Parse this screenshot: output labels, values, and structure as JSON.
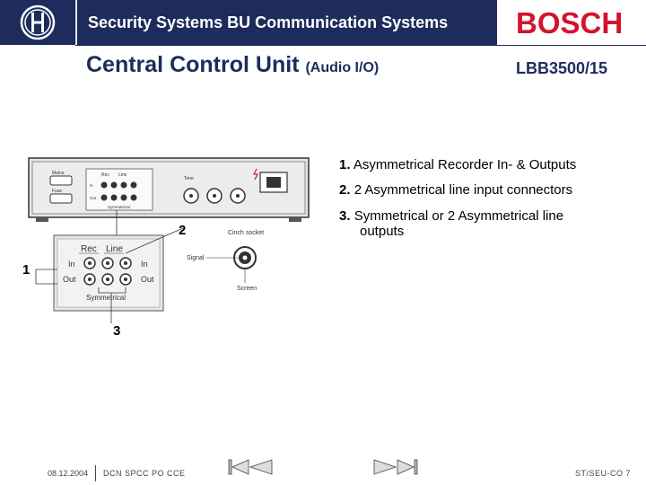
{
  "header": {
    "title": "Security Systems BU Communication Systems",
    "brand": "BOSCH",
    "logo_icon": "bosch-armature-icon",
    "bar_color": "#1d2c5c",
    "brand_color": "#d3142c"
  },
  "slide": {
    "title_main": "Central Control Unit",
    "title_paren": "(Audio I/O)",
    "model": "LBB3500/15"
  },
  "items": [
    {
      "num": "1.",
      "text": "Asymmetrical Recorder In- & Outputs"
    },
    {
      "num": "2.",
      "text": "2 Asymmetrical line input connectors"
    },
    {
      "num": "3.",
      "text": "Symmetrical or 2 Asymmetrical line",
      "text_cont": "outputs"
    }
  ],
  "callouts": {
    "c1": "1",
    "c2": "2",
    "c3": "3"
  },
  "diagram": {
    "unit_labels": {
      "rear_left_1": "Mains",
      "rear_left_2": "Fuse",
      "rec": "Rec",
      "line": "Line",
      "in": "In",
      "out": "Out",
      "sym": "Symmetrical",
      "tone": "Tone"
    },
    "zoom_labels": {
      "rec": "Rec",
      "line": "Line",
      "in_left": "In",
      "in_right": "In",
      "out_left": "Out",
      "out_right": "Out",
      "sym": "Symmetrical"
    },
    "cinch": {
      "title": "Cinch socket",
      "signal": "Signal",
      "screen": "Screen"
    }
  },
  "footer": {
    "date": "08.12.2004",
    "doc": "DCN SPCC PO CCE",
    "page": "ST/SEU-CO 7",
    "nav_first_icon": "first-page-icon",
    "nav_prev_icon": "previous-page-icon",
    "nav_next_icon": "next-page-icon",
    "nav_last_icon": "last-page-icon"
  }
}
